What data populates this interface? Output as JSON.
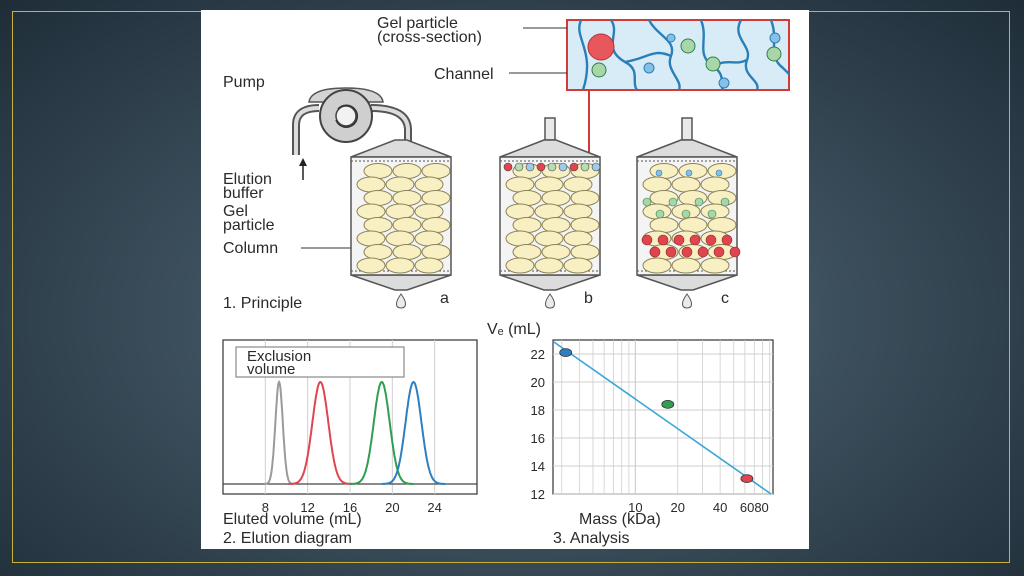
{
  "principle": {
    "gel_particle_cross_section": [
      "Gel particle",
      "(cross-section)"
    ],
    "channel_label": "Channel",
    "pump_label": "Pump",
    "elution_buffer": [
      "Elution",
      "buffer"
    ],
    "gel_particle": [
      "Gel",
      "particle"
    ],
    "column_label": "Column",
    "column_labels": [
      "a",
      "b",
      "c"
    ],
    "title": "1. Principle"
  },
  "elution": {
    "exclusion_volume": [
      "Exclusion",
      "volume"
    ],
    "xticks": [
      "8",
      "12",
      "16",
      "20",
      "24"
    ],
    "xlabel": "Eluted volume (mL)",
    "title": "2. Elution diagram"
  },
  "analysis": {
    "ylabel": "Vₑ (mL)",
    "yticks": [
      "22",
      "20",
      "18",
      "16",
      "14",
      "12"
    ],
    "xticks": [
      "10",
      "20",
      "40",
      "6080"
    ],
    "xlabel": "Mass (kDa)",
    "title": "3. Analysis"
  },
  "colors": {
    "gel_bead": "#f8f0c2",
    "red": "#e0454d",
    "green": "#2f9e4f",
    "blue": "#2c7fc1",
    "gray_peak": "#9a9a9a",
    "line": "#3aa6d6"
  },
  "chart_data": [
    {
      "type": "line",
      "title": "2. Elution diagram",
      "xlabel": "Eluted volume (mL)",
      "ylabel": "",
      "xlim": [
        4,
        28
      ],
      "series": [
        {
          "color": "#9a9a9a",
          "peak_x": 9.3
        },
        {
          "color": "#e0454d",
          "peak_x": 13.2
        },
        {
          "color": "#2f9e4f",
          "peak_x": 19.0
        },
        {
          "color": "#2c7fc1",
          "peak_x": 22.0
        }
      ]
    },
    {
      "type": "scatter",
      "title": "3. Analysis",
      "xlabel": "Mass (kDa)",
      "ylabel": "Vₑ (mL)",
      "x_scale": "log",
      "xlim": [
        2.6,
        95
      ],
      "ylim": [
        12,
        23
      ],
      "points": [
        {
          "x": 3.2,
          "y": 22.1,
          "color": "#2c7fc1"
        },
        {
          "x": 17,
          "y": 18.4,
          "color": "#2f9e4f"
        },
        {
          "x": 62,
          "y": 13.1,
          "color": "#e0454d"
        }
      ],
      "trend_line": [
        {
          "x": 2.6,
          "y": 22.9
        },
        {
          "x": 92,
          "y": 12.0
        }
      ]
    }
  ]
}
